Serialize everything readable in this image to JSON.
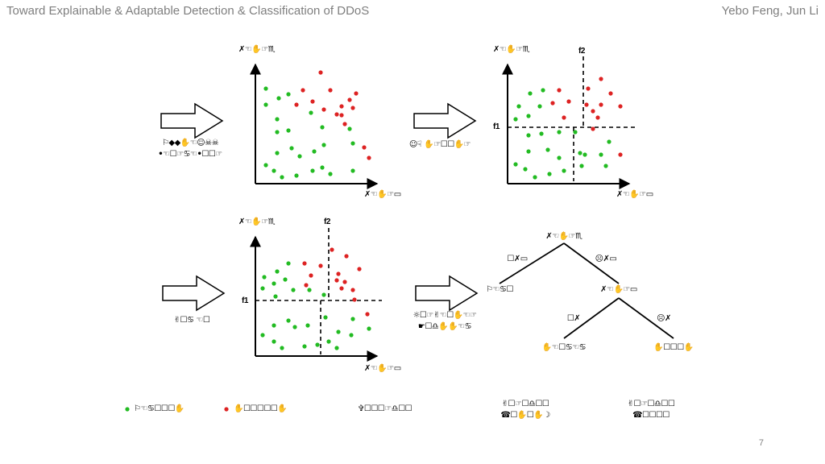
{
  "header": {
    "title": "Toward Explainable & Adaptable Detection & Classification of DDoS",
    "authors": "Yebo Feng, Jun Li"
  },
  "page_number": "7",
  "colors": {
    "benign": "#22bb22",
    "malicious": "#dd2222",
    "header_text": "#7f7f7f"
  },
  "axis_labels": {
    "p1_y": "✗☜✋☞♏",
    "p1_x": "✗☜✋☞▭",
    "p2_y": "✗☜✋☞♏",
    "p2_x": "✗☜✋☞▭",
    "p2_f2": "f2",
    "p2_f1": "f1",
    "p3_y": "✗☜✋☞♏",
    "p3_x": "✗☜✋☞▭",
    "p3_f2": "f2",
    "p3_f1": "f1"
  },
  "arrow_captions": {
    "a1_line1": "⚐◆◆✋☜☺☠☠",
    "a1_line2": "•☜☐☞♋☜•☐☐☞",
    "a2": "☺☟ ✋☞☐☐✋☞",
    "a3": "✌☐♋ ☜☐",
    "a4_line1": "☼☐☞✌☜☐✋☜☞",
    "a4_line2": "☛☐♎✋✋☜♋"
  },
  "tree": {
    "root": "✗☜✋☞♏",
    "root_left_edge": "☐✗▭",
    "root_right_edge": "☹✗▭",
    "leaf1": "⚐☜♋☐",
    "node2": "✗☜✋☞▭",
    "node2_left_edge": "☐✗",
    "node2_right_edge": "☹✗",
    "leaf2": "✋☜☐♋☜♋",
    "leaf3": "✋☐☐☐✋"
  },
  "legend": {
    "benign": "⚐☜♋☐☐☐✋",
    "malicious": "✋☐☐☐☐☐✋",
    "item3": "✞☐☐☐☞♎☐☐",
    "item4_line1": "✌☐☞☐♎☐☐",
    "item4_line2": "☎☐✋☐✋☽",
    "item5_line1": "✌☐☞☐♎☐☐",
    "item5_line2": "☎☐☐☐☐"
  },
  "diagram": {
    "scatter_points": [
      [
        330,
        110,
        "g"
      ],
      [
        346,
        122,
        "g"
      ],
      [
        358,
        117,
        "g"
      ],
      [
        376,
        112,
        "r"
      ],
      [
        398,
        90,
        "r"
      ],
      [
        410,
        112,
        "r"
      ],
      [
        424,
        132,
        "r"
      ],
      [
        434,
        124,
        "r"
      ],
      [
        330,
        130,
        "g"
      ],
      [
        344,
        148,
        "g"
      ],
      [
        368,
        130,
        "r"
      ],
      [
        388,
        126,
        "r"
      ],
      [
        402,
        136,
        "r"
      ],
      [
        424,
        143,
        "r"
      ],
      [
        428,
        154,
        "r"
      ],
      [
        438,
        134,
        "r"
      ],
      [
        442,
        116,
        "r"
      ],
      [
        344,
        164,
        "g"
      ],
      [
        358,
        162,
        "g"
      ],
      [
        386,
        140,
        "g"
      ],
      [
        400,
        158,
        "g"
      ],
      [
        418,
        142,
        "r"
      ],
      [
        434,
        160,
        "g"
      ],
      [
        452,
        183,
        "r"
      ],
      [
        344,
        190,
        "g"
      ],
      [
        362,
        184,
        "g"
      ],
      [
        372,
        194,
        "g"
      ],
      [
        390,
        188,
        "g"
      ],
      [
        402,
        180,
        "g"
      ],
      [
        438,
        178,
        "g"
      ],
      [
        458,
        196,
        "r"
      ],
      [
        330,
        205,
        "g"
      ],
      [
        340,
        212,
        "g"
      ],
      [
        350,
        220,
        "g"
      ],
      [
        368,
        218,
        "g"
      ],
      [
        388,
        212,
        "g"
      ],
      [
        400,
        208,
        "g"
      ],
      [
        410,
        216,
        "g"
      ],
      [
        438,
        212,
        "g"
      ]
    ],
    "scatter_points_p3": [
      [
        328,
        344,
        "g"
      ],
      [
        344,
        337,
        "g"
      ],
      [
        358,
        327,
        "g"
      ],
      [
        378,
        327,
        "r"
      ],
      [
        386,
        342,
        "r"
      ],
      [
        412,
        310,
        "r"
      ],
      [
        430,
        318,
        "r"
      ],
      [
        446,
        334,
        "r"
      ],
      [
        326,
        358,
        "g"
      ],
      [
        340,
        352,
        "g"
      ],
      [
        354,
        347,
        "g"
      ],
      [
        380,
        354,
        "r"
      ],
      [
        398,
        330,
        "r"
      ],
      [
        420,
        340,
        "r"
      ],
      [
        428,
        350,
        "r"
      ],
      [
        438,
        360,
        "r"
      ],
      [
        424,
        358,
        "r"
      ],
      [
        342,
        368,
        "g"
      ],
      [
        364,
        360,
        "g"
      ],
      [
        384,
        360,
        "g"
      ],
      [
        402,
        366,
        "g"
      ],
      [
        418,
        348,
        "r"
      ],
      [
        440,
        372,
        "r"
      ],
      [
        456,
        390,
        "r"
      ],
      [
        340,
        404,
        "g"
      ],
      [
        358,
        398,
        "g"
      ],
      [
        366,
        406,
        "g"
      ],
      [
        382,
        404,
        "g"
      ],
      [
        404,
        394,
        "g"
      ],
      [
        438,
        396,
        "g"
      ],
      [
        458,
        408,
        "g"
      ],
      [
        326,
        416,
        "g"
      ],
      [
        340,
        424,
        "g"
      ],
      [
        350,
        432,
        "g"
      ],
      [
        378,
        430,
        "g"
      ],
      [
        394,
        428,
        "g"
      ],
      [
        408,
        424,
        "g"
      ],
      [
        418,
        432,
        "g"
      ],
      [
        436,
        416,
        "g"
      ],
      [
        420,
        412,
        "g"
      ]
    ],
    "scatter_points_p2": [
      [
        644,
        132,
        "g"
      ],
      [
        658,
        116,
        "g"
      ],
      [
        674,
        112,
        "g"
      ],
      [
        694,
        112,
        "r"
      ],
      [
        706,
        126,
        "r"
      ],
      [
        730,
        110,
        "r"
      ],
      [
        746,
        98,
        "r"
      ],
      [
        758,
        116,
        "r"
      ],
      [
        640,
        148,
        "g"
      ],
      [
        656,
        144,
        "g"
      ],
      [
        670,
        132,
        "g"
      ],
      [
        686,
        128,
        "r"
      ],
      [
        700,
        146,
        "r"
      ],
      [
        728,
        130,
        "r"
      ],
      [
        736,
        138,
        "r"
      ],
      [
        746,
        130,
        "r"
      ],
      [
        742,
        146,
        "r"
      ],
      [
        770,
        132,
        "r"
      ],
      [
        656,
        168,
        "g"
      ],
      [
        672,
        166,
        "g"
      ],
      [
        694,
        164,
        "g"
      ],
      [
        714,
        164,
        "g"
      ],
      [
        736,
        160,
        "r"
      ],
      [
        756,
        176,
        "g"
      ],
      [
        770,
        192,
        "r"
      ],
      [
        656,
        188,
        "g"
      ],
      [
        680,
        186,
        "g"
      ],
      [
        694,
        196,
        "g"
      ],
      [
        720,
        190,
        "g"
      ],
      [
        746,
        192,
        "g"
      ],
      [
        752,
        206,
        "g"
      ],
      [
        640,
        204,
        "g"
      ],
      [
        652,
        210,
        "g"
      ],
      [
        664,
        220,
        "g"
      ],
      [
        682,
        216,
        "g"
      ],
      [
        700,
        212,
        "g"
      ],
      [
        722,
        206,
        "g"
      ],
      [
        726,
        192,
        "g"
      ]
    ]
  }
}
